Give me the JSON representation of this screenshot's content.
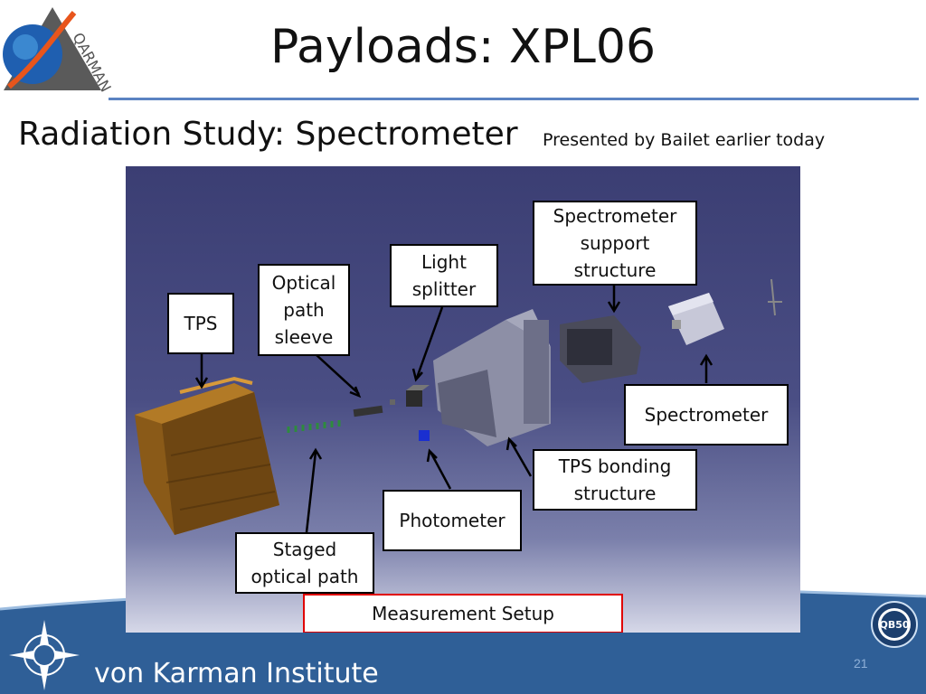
{
  "header": {
    "title": "Payloads: XPL06",
    "logo_text": "QARMAN"
  },
  "subtitle": "Radiation Study: Spectrometer",
  "note": "Presented by Bailet earlier today",
  "figure": {
    "labels": {
      "tps": "TPS",
      "optical_path_sleeve": "Optical path sleeve",
      "light_splitter": "Light splitter",
      "spectrometer_support": "Spectrometer support structure",
      "spectrometer": "Spectrometer",
      "tps_bonding": "TPS bonding structure",
      "photometer": "Photometer",
      "staged_optical_path": "Staged optical path"
    },
    "caption": "Measurement Setup"
  },
  "footer": {
    "institute": "von Karman Institute",
    "badge_text": "QB50",
    "page_number": "21"
  },
  "colors": {
    "accent_rule": "#5b83c2",
    "footer_blue": "#2f5f97",
    "caption_border": "#e00000"
  }
}
